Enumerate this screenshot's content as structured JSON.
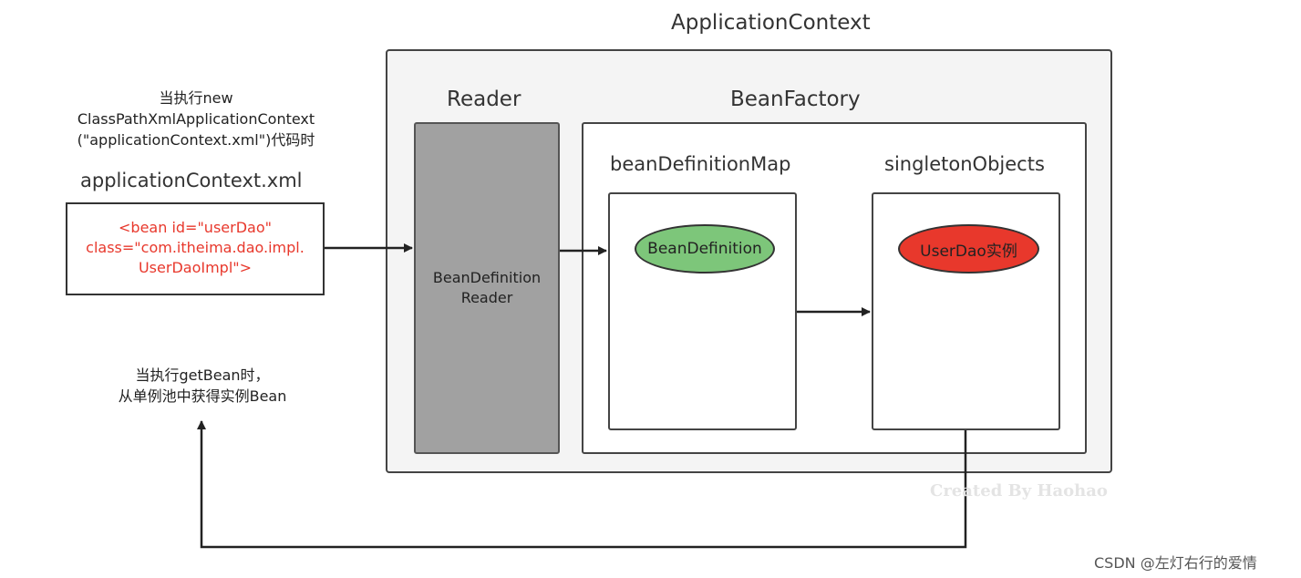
{
  "titles": {
    "application_context": "ApplicationContext",
    "reader": "Reader",
    "bean_factory": "BeanFactory",
    "bean_definition_map": "beanDefinitionMap",
    "singleton_objects": "singletonObjects",
    "xml_file": "applicationContext.xml"
  },
  "notes": {
    "on_new": [
      "当执行new",
      "ClassPathXmlApplicationContext",
      "(\"applicationContext.xml\")代码时"
    ],
    "on_get_bean": [
      "当执行getBean时，",
      "从单例池中获得实例Bean"
    ]
  },
  "xml_snippet": [
    "<bean id=\"userDao\"",
    "class=\"com.itheima.dao.impl.",
    "UserDaoImpl\">"
  ],
  "reader_label": [
    "BeanDefinition",
    "Reader"
  ],
  "ellipses": {
    "bean_definition": "BeanDefinition",
    "user_dao_instance": "UserDao实例"
  },
  "watermark": "Created By Haohao",
  "footer": "CSDN @左灯右行的爱情",
  "colors": {
    "context_bg": "#f4f4f4",
    "reader_fill": "#a1a1a1",
    "bean_definition_fill": "#7dc67a",
    "instance_fill": "#e8382c",
    "xml_text": "#e8382c"
  }
}
